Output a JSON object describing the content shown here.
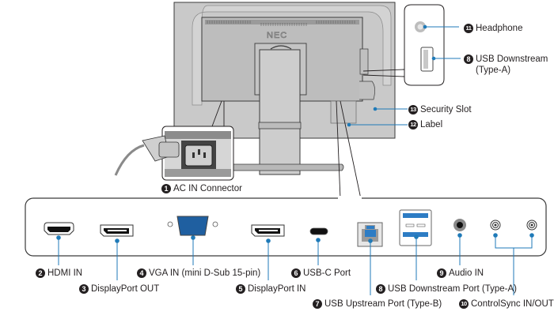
{
  "diagram": {
    "title": "Monitor rear panel connectors",
    "brand_logo": "NEC",
    "colors": {
      "callout_blue": "#1f7ab8",
      "panel_gray": "#c9c9c9",
      "outline": "#3a3a3a",
      "vga_blue": "#1f5fa0",
      "usb_blue": "#2d7cc4"
    },
    "callouts": [
      {
        "num": "1",
        "label": "AC IN Connector",
        "icon": "ac-power-inlet-icon"
      },
      {
        "num": "2",
        "label": "HDMI IN",
        "icon": "hdmi-port-icon"
      },
      {
        "num": "3",
        "label": "DisplayPort OUT",
        "icon": "displayport-icon"
      },
      {
        "num": "4",
        "label": "VGA IN (mini D-Sub 15-pin)",
        "icon": "vga-port-icon"
      },
      {
        "num": "5",
        "label": "DisplayPort IN",
        "icon": "displayport-icon"
      },
      {
        "num": "6",
        "label": "USB-C Port",
        "icon": "usb-c-port-icon"
      },
      {
        "num": "7",
        "label": "USB Upstream Port (Type-B)",
        "icon": "usb-b-port-icon"
      },
      {
        "num": "8",
        "label": "USB Downstream Port (Type-A)",
        "icon": "usb-a-dual-port-icon"
      },
      {
        "num": "9",
        "label": "Audio IN",
        "icon": "audio-jack-icon"
      },
      {
        "num": "10",
        "label": "ControlSync IN/OUT",
        "icon": "controlsync-jack-icon"
      },
      {
        "num": "11",
        "label": "Headphone",
        "icon": "headphone-jack-icon"
      },
      {
        "num": "8",
        "label": "USB Downstream",
        "label_line2": "(Type-A)",
        "icon": "usb-a-port-icon"
      },
      {
        "num": "13",
        "label": "Security Slot",
        "icon": "security-slot-icon"
      },
      {
        "num": "12",
        "label": "Label",
        "icon": "label-plate-icon"
      }
    ]
  }
}
